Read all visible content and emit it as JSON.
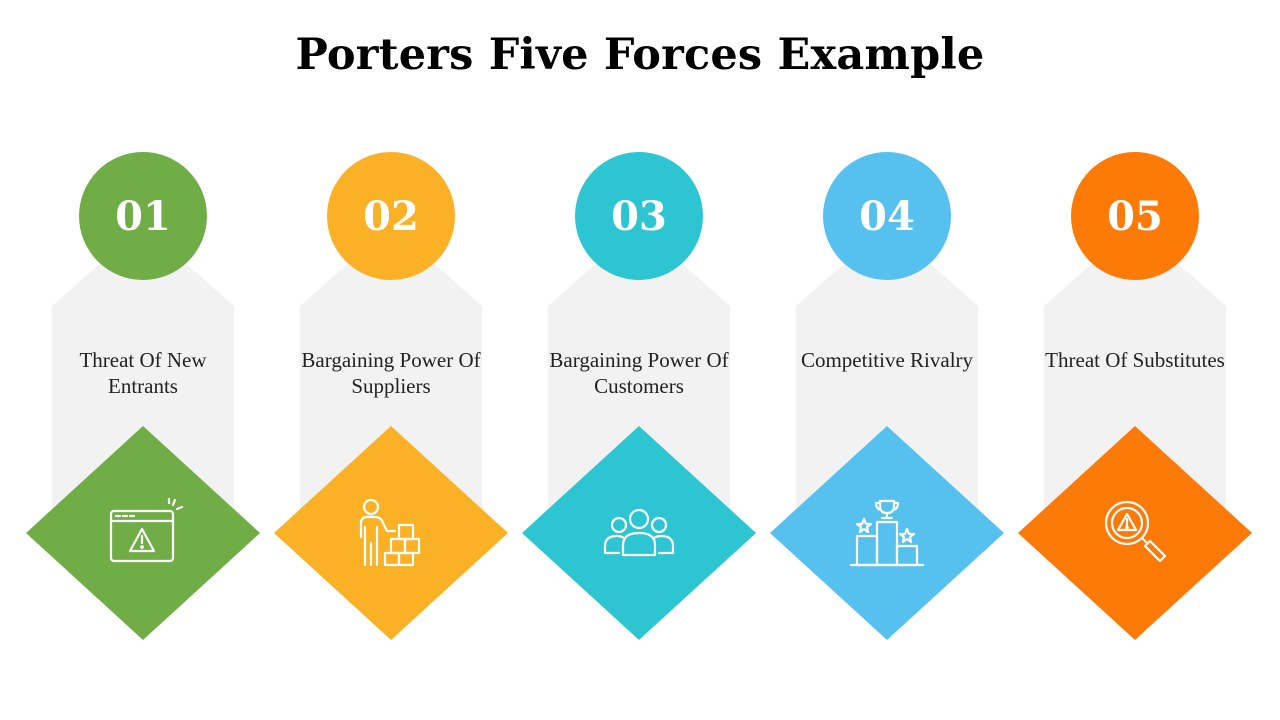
{
  "title": "Porters Five Forces Example",
  "forces": [
    {
      "number": "01",
      "label": "Threat Of New Entrants",
      "color": "#70ad47",
      "icon": "browser-warning-icon"
    },
    {
      "number": "02",
      "label": "Bargaining Power Of Suppliers",
      "color": "#fbb125",
      "icon": "person-boxes-icon"
    },
    {
      "number": "03",
      "label": "Bargaining Power Of Customers",
      "color": "#2ec5d3",
      "icon": "group-users-icon"
    },
    {
      "number": "04",
      "label": "Competitive Rivalry",
      "color": "#56c1ef",
      "icon": "podium-trophy-icon"
    },
    {
      "number": "05",
      "label": "Threat Of Substitutes",
      "color": "#fc7a08",
      "icon": "magnifier-warning-icon"
    }
  ]
}
